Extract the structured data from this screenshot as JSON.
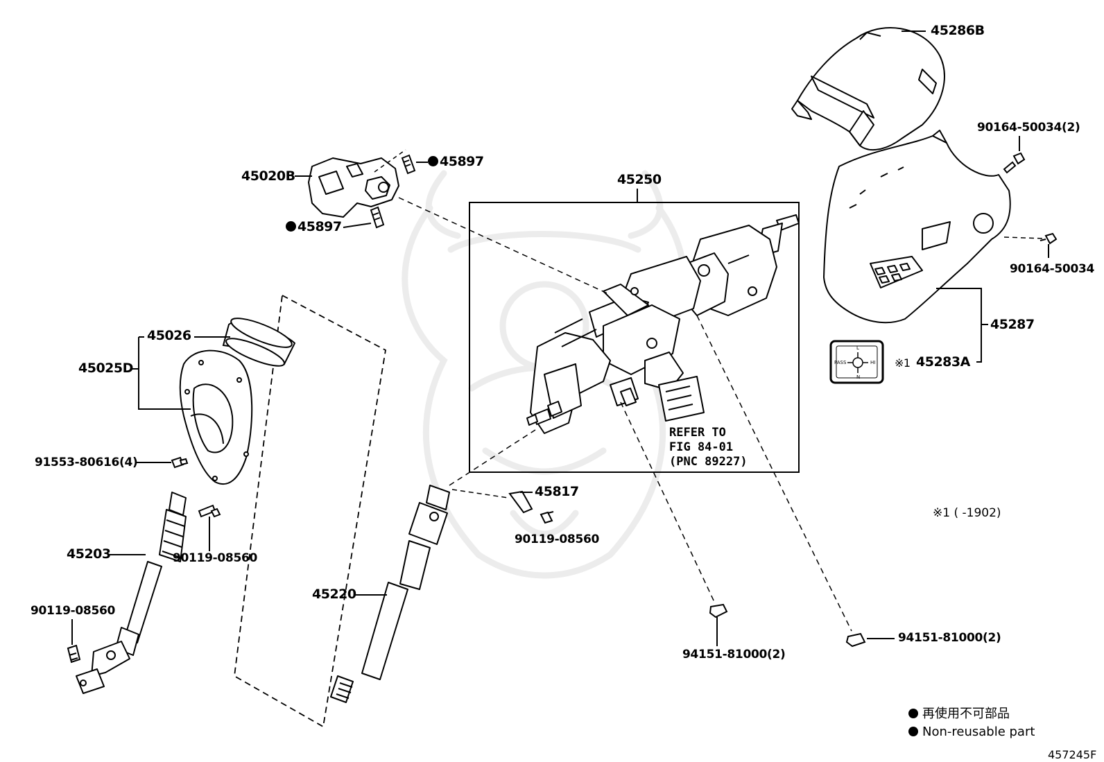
{
  "labels": {
    "p45286B": "45286B",
    "p90164_50034_2": "90164-50034(2)",
    "p90164_50034": "90164-50034",
    "p45287": "45287",
    "p45283A": "45283A",
    "p45283A_mark": "※1",
    "p45250": "45250",
    "p45020B": "45020B",
    "p45897_top": "45897",
    "p45897_bottom": "45897",
    "p45026": "45026",
    "p45025D": "45025D",
    "p91553_80616_4": "91553-80616(4)",
    "p45203": "45203",
    "p90119_08560_a": "90119-08560",
    "p90119_08560_b": "90119-08560",
    "p90119_08560_c": "90119-08560",
    "p45220": "45220",
    "p45817": "45817",
    "p94151_81000_a": "94151-81000(2)",
    "p94151_81000_b": "94151-81000(2)"
  },
  "refer_note": {
    "line1": "REFER TO",
    "line2": "FIG 84-01",
    "line3": "(PNC 89227)"
  },
  "footnote": "※1 (      -1902)",
  "switch_labels": {
    "up": "L",
    "left": "PASS",
    "right": "HI",
    "down": "N"
  },
  "legend": {
    "line_jp": "再使用不可部品",
    "line_en": "Non-reusable part"
  },
  "figure_id": "457245F",
  "colors": {
    "ink": "#000000",
    "watermark": "#eeeeee",
    "background": "#ffffff"
  }
}
